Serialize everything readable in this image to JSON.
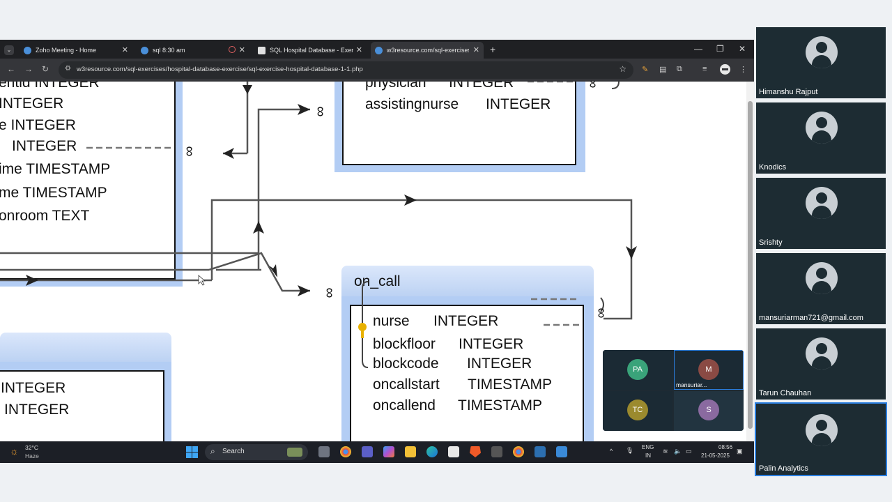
{
  "browser": {
    "tabs": [
      {
        "label": "Zoho Meeting - Home",
        "favicon_color": "#4a8fd9"
      },
      {
        "label": "sql 8:30 am",
        "favicon_color": "#4a8fd9"
      },
      {
        "label": "SQL Hospital Database - Exerc",
        "favicon_color": "#e0e0e0"
      },
      {
        "label": "w3resource.com/sql-exercises/",
        "favicon_color": "#4a8fd9"
      }
    ],
    "url": "w3resource.com/sql-exercises/hospital-database-exercise/sql-exercise-hospital-database-1-1.php"
  },
  "diagram": {
    "left_table_rows": [
      "entid   INTEGER",
      "INTEGER",
      "e   INTEGER",
      "INTEGER",
      "ime  TIMESTAMP",
      "me  TIMESTAMP",
      "onroom   TEXT"
    ],
    "top_table_rows": [
      {
        "name": "physician",
        "type": "INTEGER"
      },
      {
        "name": "assistingnurse",
        "type": "INTEGER"
      }
    ],
    "bottom_left_rows": [
      "INTEGER",
      "INTEGER"
    ],
    "on_call": {
      "title": "on_call",
      "rows": [
        {
          "name": "nurse",
          "type": "INTEGER"
        },
        {
          "name": "blockfloor",
          "type": "INTEGER"
        },
        {
          "name": "blockcode",
          "type": "INTEGER"
        },
        {
          "name": "oncallstart",
          "type": "TIMESTAMP"
        },
        {
          "name": "oncallend",
          "type": "TIMESTAMP"
        }
      ]
    },
    "infinity": "∞"
  },
  "taskbar": {
    "temperature": "32°C",
    "condition": "Haze",
    "search": "Search",
    "lang": "ENG",
    "region": "IN",
    "time": "08:56",
    "date": "21-05-2025"
  },
  "mini_panel": {
    "participants": [
      {
        "initials": "PA",
        "color": "#3aa37a"
      },
      {
        "initials": "M",
        "color": "#8a4a44",
        "label": "mansuriar..."
      },
      {
        "initials": "TC",
        "color": "#9b8a2e"
      },
      {
        "initials": "S",
        "color": "#8a6aa0"
      }
    ]
  },
  "participants": [
    {
      "name": "Himanshu Rajput"
    },
    {
      "name": "Knodics"
    },
    {
      "name": "Srishty"
    },
    {
      "name": "mansuriarman721@gmail.com"
    },
    {
      "name": "Tarun Chauhan"
    },
    {
      "name": "Palin Analytics"
    }
  ]
}
